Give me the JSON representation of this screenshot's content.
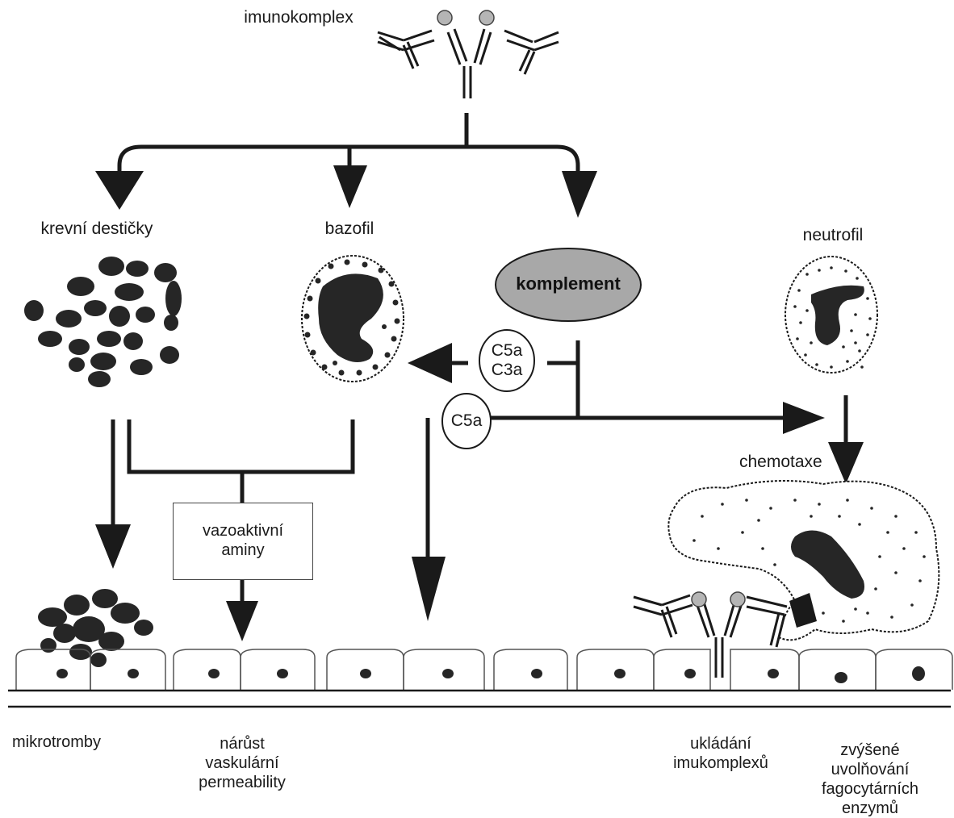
{
  "labels": {
    "immunocomplex": "imunokomplex",
    "platelets": "krevní destičky",
    "basophil": "bazofil",
    "complement": "komplement",
    "neutrophil": "neutrofil",
    "c5a_c3a_line1": "C5a",
    "c5a_c3a_line2": "C3a",
    "c5a": "C5a",
    "chemotaxis": "chemotaxe",
    "vasoactive_line1": "vazoaktivní",
    "vasoactive_line2": "aminy"
  },
  "outcomes": {
    "microthrombi": "mikrotromby",
    "vascular_permeability_line1": "nárůst",
    "vascular_permeability_line2": "vaskulární",
    "vascular_permeability_line3": "permeability",
    "immune_deposition_line1": "ukládání",
    "immune_deposition_line2": "imukomplexů",
    "enzyme_release_line1": "zvýšené",
    "enzyme_release_line2": "uvolňování",
    "enzyme_release_line3": "fagocytárních enzymů"
  },
  "colors": {
    "ink": "#1a1a1a",
    "complement_fill": "#a8a8a8",
    "antigen_fill": "#b5b5b5"
  }
}
